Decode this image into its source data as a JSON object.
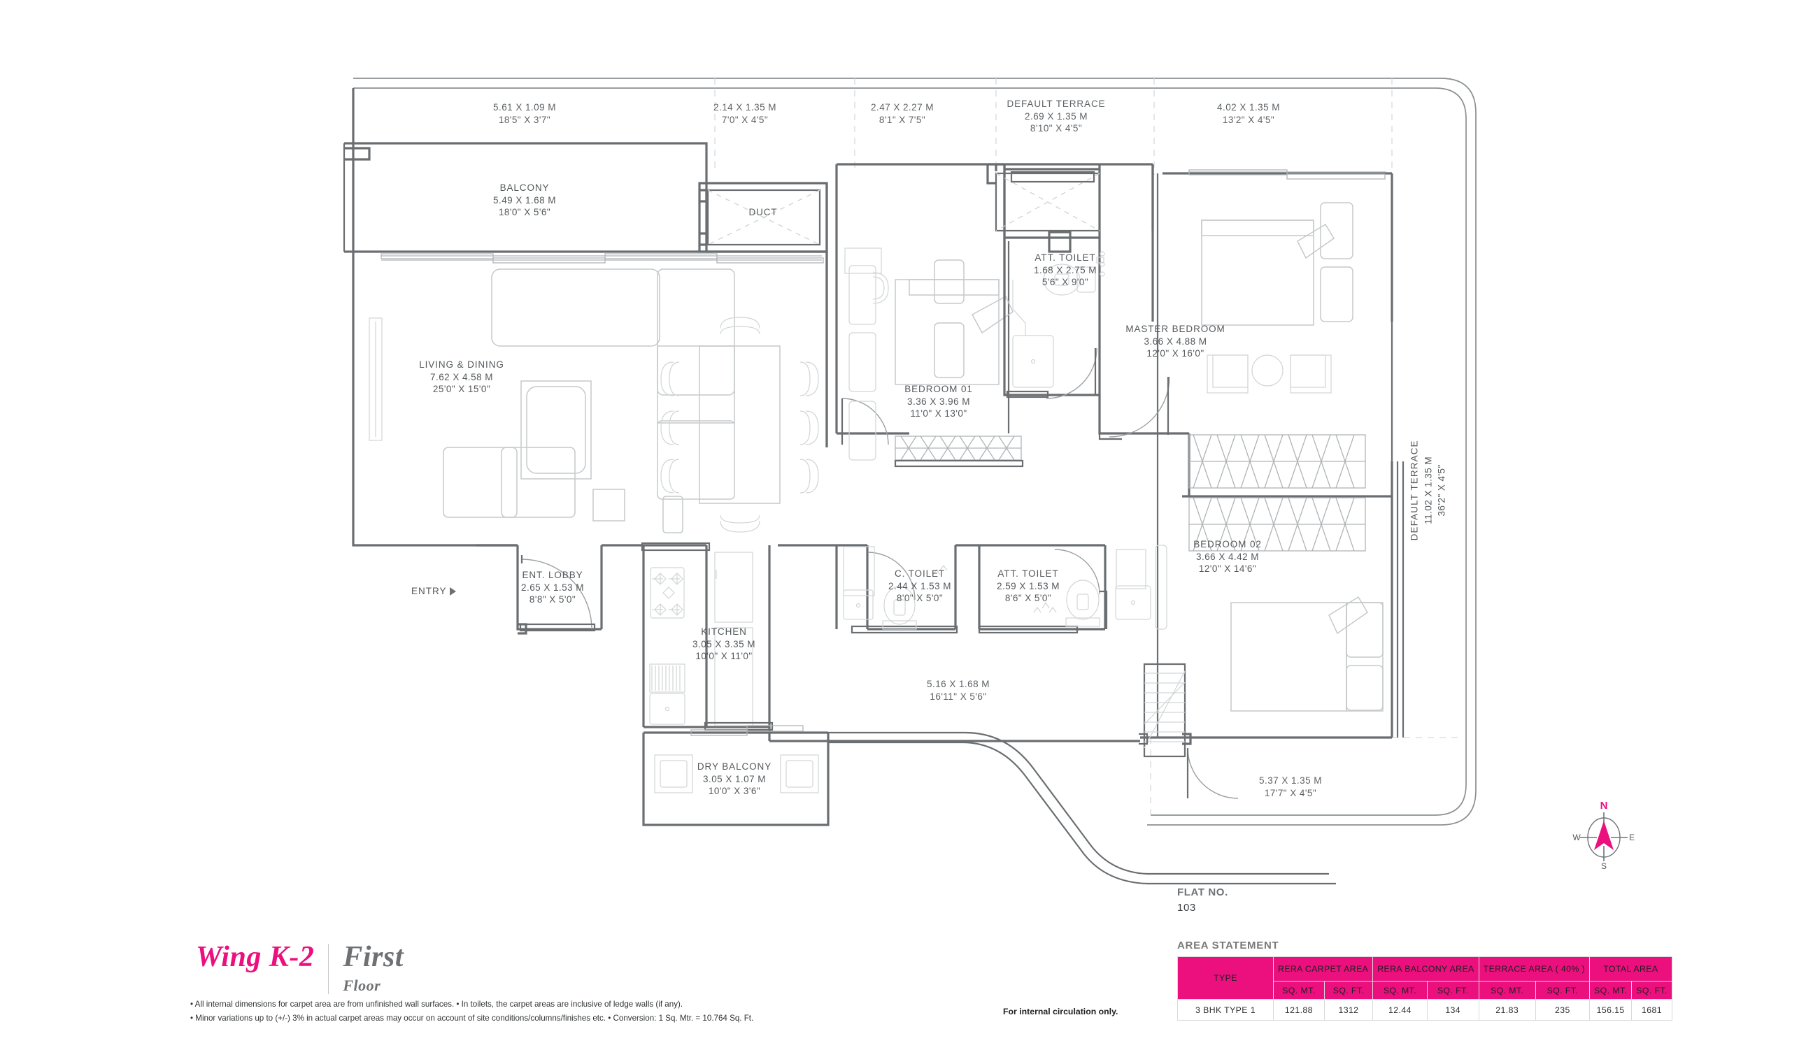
{
  "meta": {
    "accent": "#ec0f7e",
    "line": "#6a6e71",
    "furniture": "#c9cbcc"
  },
  "brand": {
    "wing": "Wing K-2",
    "floor_big": "First",
    "floor_small": "Floor"
  },
  "flat": {
    "caption": "FLAT NO.",
    "number": "103"
  },
  "compass": {
    "north": "N",
    "east": "E",
    "south": "S",
    "west": "W"
  },
  "notes": [
    "• All internal dimensions for carpet area are from unfinished wall surfaces. • In toilets, the carpet areas are inclusive of ledge walls (if any).",
    "• Minor variations up to (+/-) 3% in actual carpet areas may occur on account of site conditions/columns/finishes etc. • Conversion: 1 Sq. Mtr. = 10.764 Sq. Ft."
  ],
  "circulation": "For internal circulation only.",
  "area_statement": {
    "title": "AREA STATEMENT",
    "groups": [
      {
        "label": "TYPE",
        "units": []
      },
      {
        "label": "RERA CARPET AREA",
        "units": [
          "SQ. MT.",
          "SQ. FT."
        ]
      },
      {
        "label": "RERA BALCONY AREA",
        "units": [
          "SQ. MT.",
          "SQ. FT."
        ]
      },
      {
        "label": "TERRACE AREA ( 40% )",
        "units": [
          "SQ. MT.",
          "SQ. FT."
        ]
      },
      {
        "label": "TOTAL AREA",
        "units": [
          "SQ. MT.",
          "SQ. FT."
        ]
      }
    ],
    "rows": [
      {
        "type": "3 BHK TYPE 1",
        "values": [
          "121.88",
          "1312",
          "12.44",
          "134",
          "21.83",
          "235",
          "156.15",
          "1681"
        ]
      }
    ]
  },
  "entry_label": "ENTRY",
  "top_dimensions": [
    {
      "name": "",
      "metric": "5.61 X 1.09 M",
      "imperial": "18'5\" X 3'7\""
    },
    {
      "name": "",
      "metric": "2.14 X 1.35 M",
      "imperial": "7'0\" X 4'5\""
    },
    {
      "name": "",
      "metric": "2.47 X 2.27 M",
      "imperial": "8'1\" X 7'5\""
    },
    {
      "name": "DEFAULT TERRACE",
      "metric": "2.69 X 1.35 M",
      "imperial": "8'10\" X 4'5\""
    },
    {
      "name": "",
      "metric": "4.02 X 1.35 M",
      "imperial": "13'2\" X 4'5\""
    }
  ],
  "rooms": [
    {
      "name": "BALCONY",
      "metric": "5.49 X 1.68 M",
      "imperial": "18'0\" X 5'6\""
    },
    {
      "name": "DUCT",
      "metric": "",
      "imperial": ""
    },
    {
      "name": "LIVING & DINING",
      "metric": "7.62 X 4.58 M",
      "imperial": "25'0\" X 15'0\""
    },
    {
      "name": "BEDROOM 01",
      "metric": "3.36 X 3.96 M",
      "imperial": "11'0\" X 13'0\""
    },
    {
      "name": "ATT. TOILET",
      "metric": "1.68 X 2.75 M",
      "imperial": "5'6\" X 9'0\""
    },
    {
      "name": "MASTER BEDROOM",
      "metric": "3.66 X 4.88 M",
      "imperial": "12'0\" X 16'0\""
    },
    {
      "name": "BEDROOM 02",
      "metric": "3.66 X 4.42 M",
      "imperial": "12'0\" X 14'6\""
    },
    {
      "name": "ENT. LOBBY",
      "metric": "2.65 X 1.53 M",
      "imperial": "8'8\" X 5'0\""
    },
    {
      "name": "KITCHEN",
      "metric": "3.05 X 3.35 M",
      "imperial": "10'0\" X 11'0\""
    },
    {
      "name": "C. TOILET",
      "metric": "2.44 X 1.53 M",
      "imperial": "8'0\"  X 5'0\""
    },
    {
      "name": "ATT. TOILET",
      "metric": "2.59 X 1.53 M",
      "imperial": "8'6\" X 5'0\""
    },
    {
      "name": "DRY BALCONY",
      "metric": "3.05 X 1.07 M",
      "imperial": "10'0\" X 3'6\""
    },
    {
      "name": "DEFAULT TERRACE",
      "metric": "11.02 X 1.35 M",
      "imperial": "36'2\" X 4'5\""
    }
  ],
  "loose_dimensions": [
    {
      "metric": "5.16 X 1.68 M",
      "imperial": "16'11\" X 5'6\""
    },
    {
      "metric": "5.37 X 1.35 M",
      "imperial": "17'7\" X 4'5\""
    }
  ]
}
